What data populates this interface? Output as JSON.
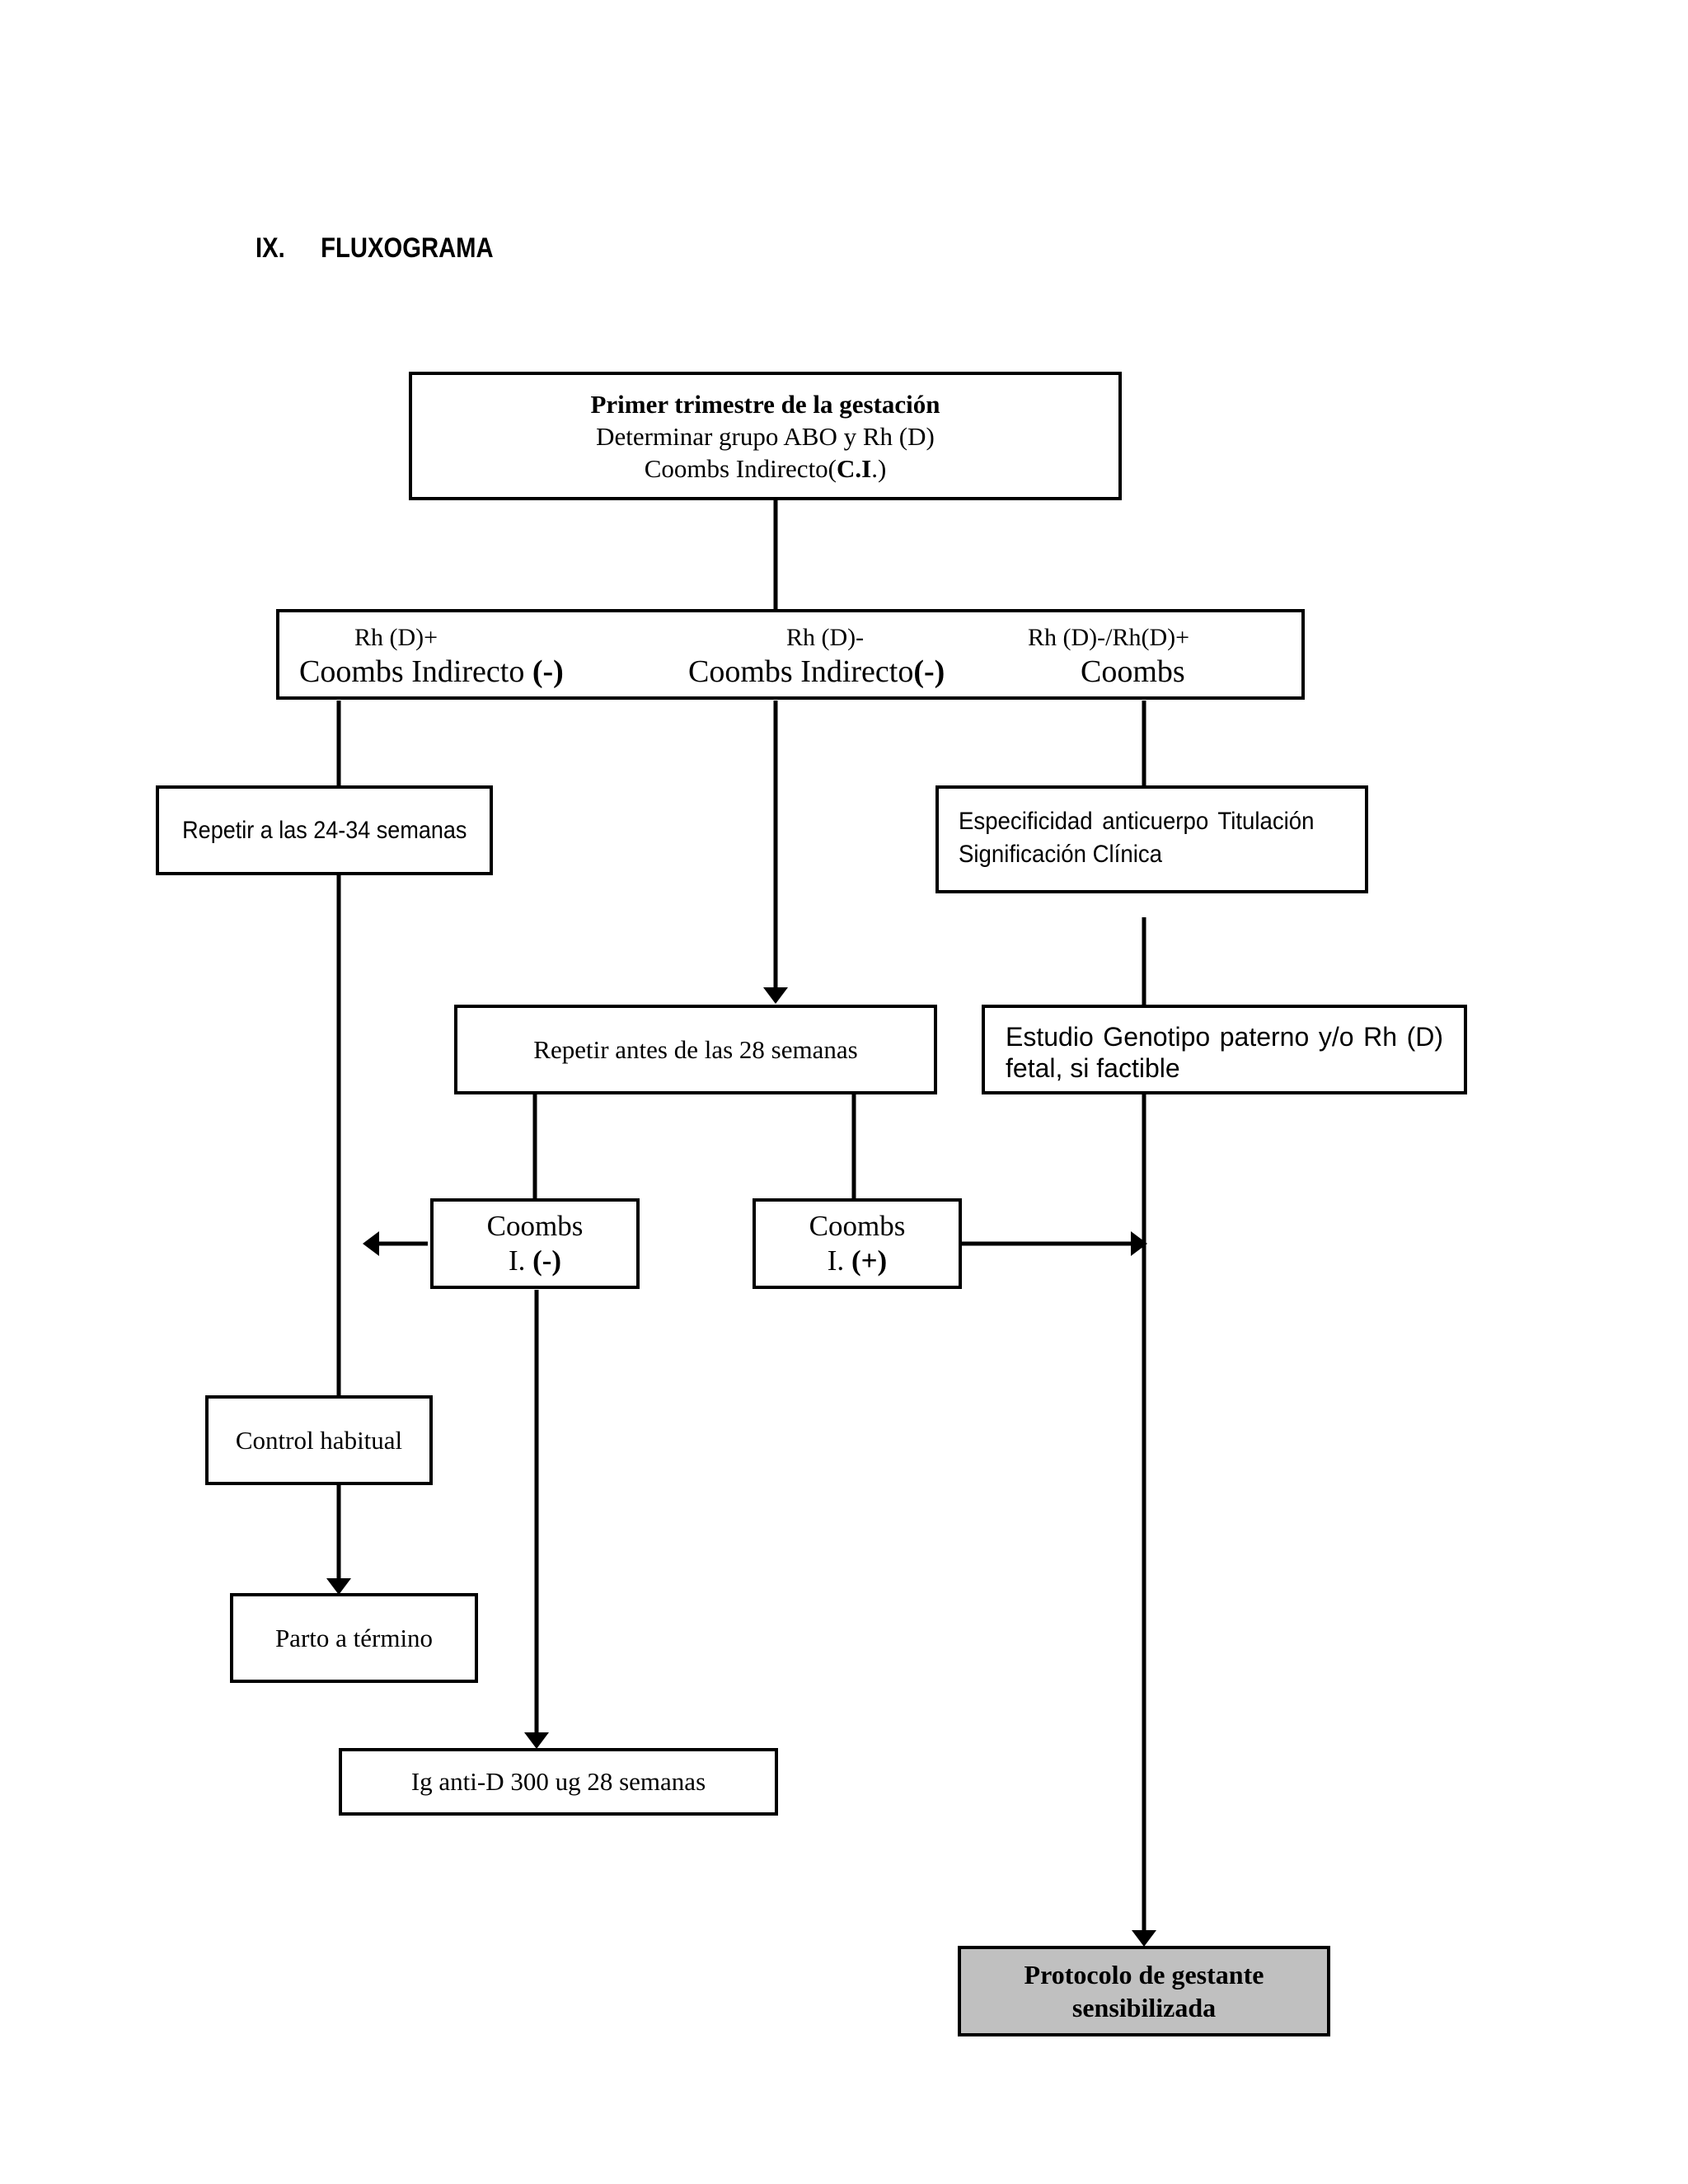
{
  "section": {
    "number": "IX.",
    "title": "FLUXOGRAMA"
  },
  "nodes": {
    "start": {
      "line1": "Primer trimestre de la gestación",
      "line2": "Determinar grupo ABO y Rh (D)",
      "line3_prefix": "Coombs Indirecto(",
      "line3_bold": "C.I",
      "line3_suffix": ".)"
    },
    "branches": {
      "a_small": "Rh (D)+",
      "a_large": "Coombs Indirecto ",
      "a_sign": "(-)",
      "b_small": "Rh (D)-",
      "b_large": "Coombs Indirecto",
      "b_sign": "(-)",
      "c_small": "Rh (D)-/Rh(D)+",
      "c_large": "Coombs"
    },
    "repeat_24_34": "Repetir a las 24-34 semanas",
    "antibody_line1": "Especificidad anticuerpo Titulación",
    "antibody_line2": "Significación Clínica",
    "repeat_28": "Repetir antes de las 28 semanas",
    "genotype": "Estudio Genotipo paterno y/o Rh (D) fetal, si factible",
    "coombs_neg_line1": "Coombs",
    "coombs_neg_line2": "I. ",
    "coombs_neg_sign": "(-)",
    "coombs_pos_line1": "Coombs",
    "coombs_pos_line2": "I. ",
    "coombs_pos_sign": "(+)",
    "control": "Control habitual",
    "parto": "Parto a término",
    "ig_anti_d": "Ig anti-D 300 ug 28 semanas",
    "protocol_line1": "Protocolo de gestante",
    "protocol_line2": "sensibilizada"
  },
  "colors": {
    "protocol_fill": "#c0c0c0",
    "stroke": "#000000"
  }
}
